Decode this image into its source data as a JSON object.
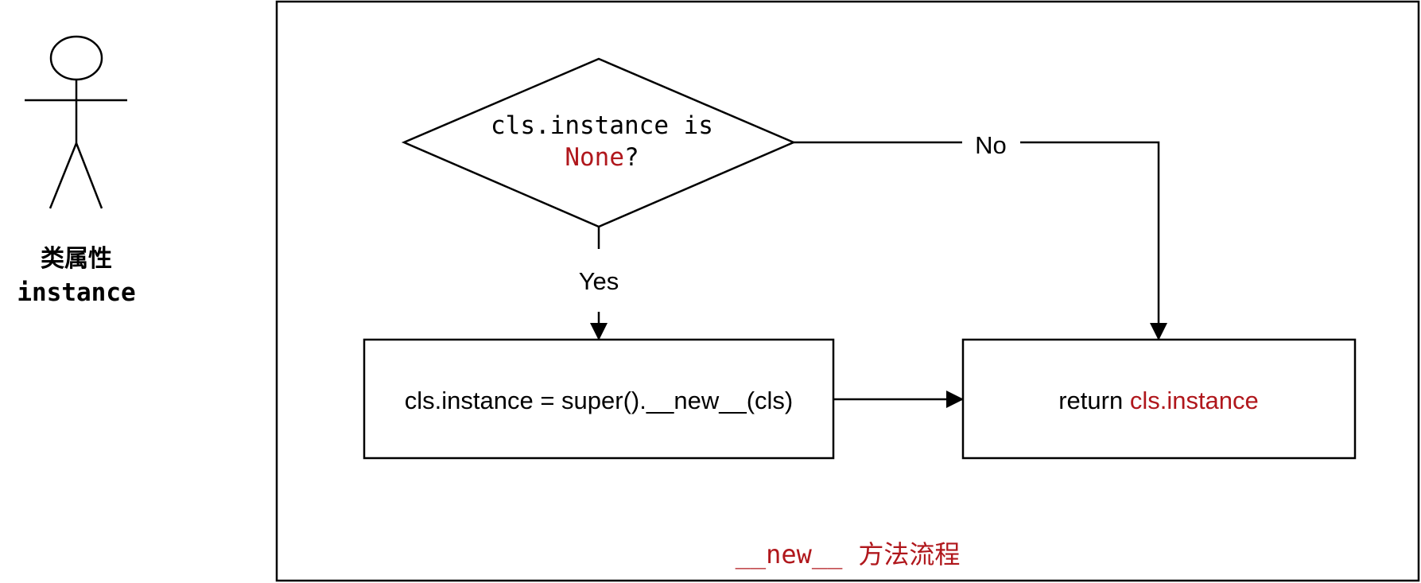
{
  "actor": {
    "label_line1": "类属性",
    "label_line2": "instance"
  },
  "flow": {
    "decision": {
      "line1": "cls.instance is",
      "line2_highlight": "None",
      "line2_suffix": "?"
    },
    "no_label": "No",
    "yes_label": "Yes",
    "create_box": {
      "text": "cls.instance = super().__new__(cls)"
    },
    "return_box": {
      "prefix": "return ",
      "highlight": "cls.instance"
    },
    "caption": {
      "code": "__new__",
      "text": "方法流程"
    }
  },
  "colors": {
    "stroke": "#000000",
    "highlight": "#b0171c",
    "background": "#ffffff"
  }
}
